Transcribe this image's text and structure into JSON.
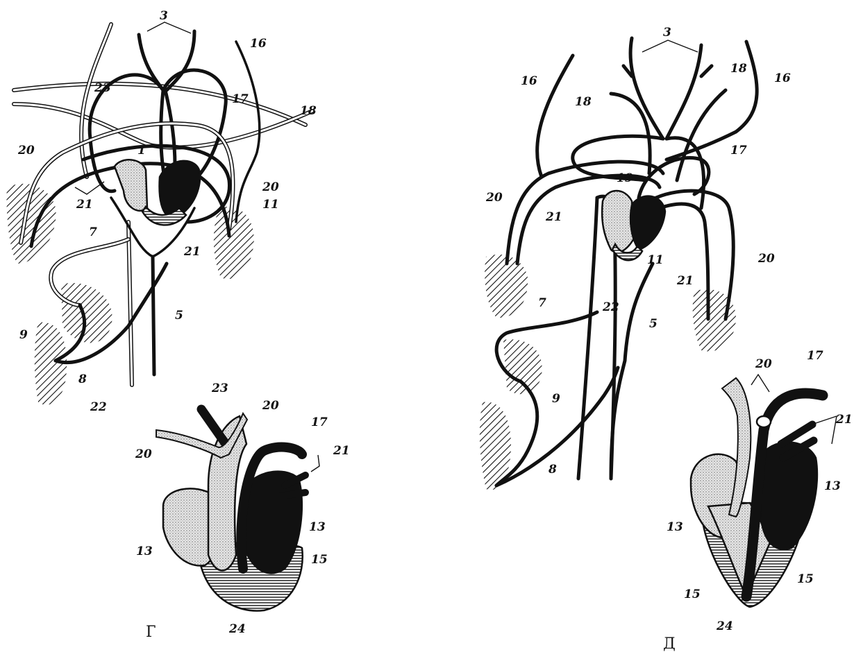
{
  "panels": [
    {
      "id": "G",
      "caption": "Г",
      "labels": [
        "1",
        "3",
        "5",
        "7",
        "8",
        "9",
        "11",
        "13",
        "13",
        "15",
        "16",
        "17",
        "17",
        "18",
        "20",
        "20",
        "20",
        "20",
        "21",
        "21",
        "21",
        "22",
        "23",
        "23",
        "24"
      ]
    },
    {
      "id": "D",
      "caption": "Д",
      "labels": [
        "3",
        "5",
        "7",
        "8",
        "9",
        "11",
        "13",
        "13",
        "15",
        "15",
        "16",
        "16",
        "17",
        "17",
        "18",
        "18",
        "19",
        "20",
        "20",
        "20",
        "21",
        "21",
        "21",
        "22",
        "24"
      ]
    }
  ],
  "colors": {
    "ink": "#111111",
    "paper": "#ffffff",
    "dot": "#888888"
  }
}
